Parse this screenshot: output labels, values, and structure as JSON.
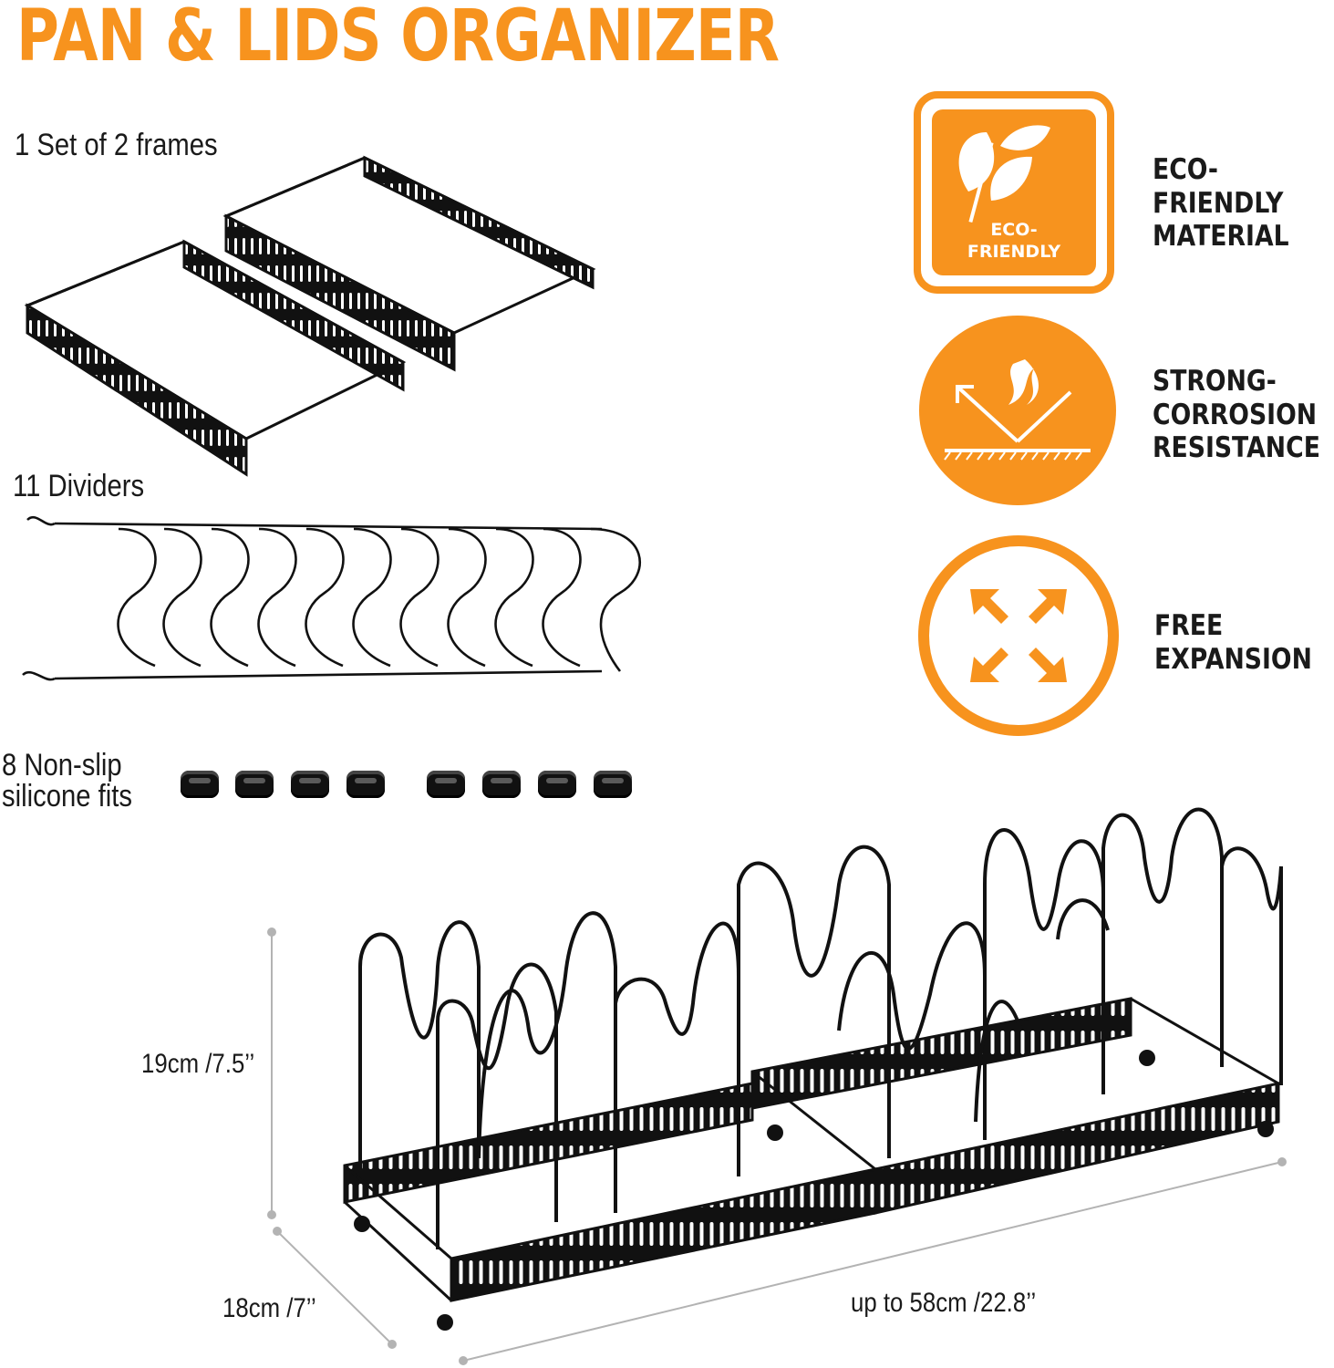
{
  "title": "PAN & LIDS ORGANIZER",
  "parts": {
    "frames": "1 Set of 2 frames",
    "dividers": "11 Dividers",
    "fits_line1": "8 Non-slip",
    "fits_line2": "silicone fits"
  },
  "features": [
    {
      "icon": "leaf-icon",
      "badge_line1": "ECO-",
      "badge_line2": "FRIENDLY",
      "lines": [
        "ECO-FRIENDLY",
        "MATERIAL"
      ]
    },
    {
      "icon": "corrosion-resistance-icon",
      "lines": [
        "STRONG-",
        "CORROSION",
        "RESISTANCE"
      ]
    },
    {
      "icon": "expand-arrows-icon",
      "lines": [
        "FREE",
        "EXPANSION"
      ]
    }
  ],
  "dimensions": {
    "height": "19cm /7.5’’",
    "depth": "18cm /7’’",
    "length": "up to 58cm /22.8’’"
  },
  "colors": {
    "accent": "#f7931e",
    "metal": "#111111",
    "dimension_line": "#b3b3b3"
  }
}
